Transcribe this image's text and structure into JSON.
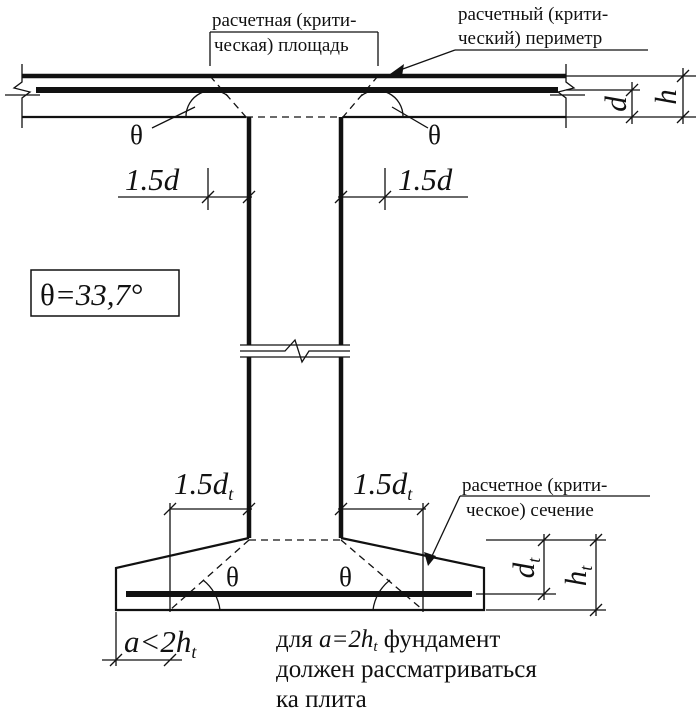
{
  "labels": {
    "critical_area_l1": "расчетная (крити-",
    "critical_area_l2": "ческая) площадь",
    "critical_perimeter_l1": "расчетный (крити-",
    "critical_perimeter_l2": "ческий) периметр",
    "d": "d",
    "h": "h",
    "theta": "θ",
    "offset": "1.5",
    "offset_var": "d",
    "theta_eq_sym": "θ",
    "theta_eq_val": "=33,7°",
    "offset_t_var": "d",
    "sub_t": "t",
    "critical_section_l1": "расчетное (крити-",
    "critical_section_l2": "ческое) сечение",
    "dt_main": "d",
    "ht_main": "h",
    "a_lt": "a<2h",
    "note_l1_pre": "для ",
    "note_l1_var": "a=2h",
    "note_l1_post": " фундамент",
    "note_l2": "должен рассматриваться",
    "note_l3": "ка плита"
  }
}
